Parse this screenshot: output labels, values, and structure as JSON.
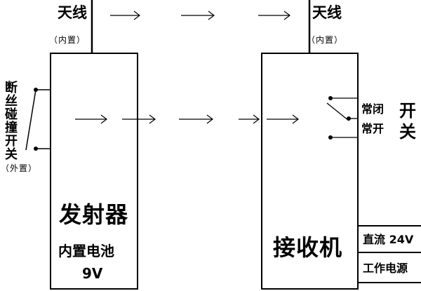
{
  "transmitter": {
    "antenna_label": "天线",
    "antenna_note": "（内置）",
    "title": "发射器",
    "battery": "内置电池",
    "voltage": "9V"
  },
  "switch_left": {
    "label": "断丝碰撞开关",
    "note": "（外置）"
  },
  "receiver": {
    "antenna_label": "天线",
    "antenna_note": "（内置）",
    "title": "接收机",
    "nc_label": "常闭",
    "no_label": "常开",
    "switch_label": "开关",
    "power_dc": "直流 24V",
    "power_label": "工作电源"
  }
}
